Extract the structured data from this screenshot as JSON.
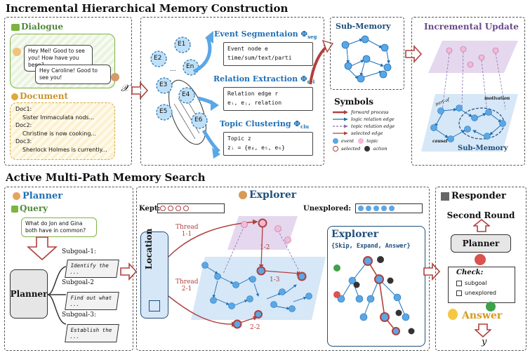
{
  "top": {
    "title": "Incremental Hierarchical Memory Construction",
    "dialogue": {
      "title": "Dialogue",
      "msg1": "Hey Mel! Good to see you! How have you been?",
      "msg2": "Hey Caroline! Good to see you!",
      "var": "𝒳"
    },
    "document": {
      "title": "Document",
      "lines": [
        "Doc1:",
        "Sister Immaculata nods...",
        "Doc2:",
        "Christine is now cooking...",
        "Doc3:",
        "Sherlock Holmes is currently..."
      ]
    },
    "nodes": [
      "E1",
      "E2",
      "En",
      "E3",
      "E4",
      "E5",
      "E6",
      "..."
    ],
    "event_seg": {
      "title": "Event Segmentaion Φ",
      "sub": "seg",
      "line1": "Event node e",
      "line2": "time/sum/text/parti"
    },
    "relation": {
      "title": "Relation Extraction Φ",
      "sub": "rel",
      "line1": "Relation edge r",
      "line2": "eᵢ, eⱼ, relation"
    },
    "topic": {
      "title": "Topic Clustering Φ",
      "sub": "clu",
      "line1": "Topic z",
      "line2": "zᵢ = {e₄, e₅, e₆}"
    },
    "submemory": {
      "title": "Sub-Memory"
    },
    "symbols": {
      "title": "Symbols",
      "items": [
        "forward process",
        "logic relation edge",
        "topic relation edge",
        "selected edge",
        "event",
        "topic",
        "selected",
        "action"
      ]
    },
    "incremental": {
      "title": "Incremental Update",
      "label_partof": "part-of",
      "label_motivation": "motivation",
      "label_causal": "causal",
      "label_submemory": "Sub-Memory"
    }
  },
  "bottom": {
    "title": "Active Multi-Path Memory Search",
    "planner": {
      "title": "Planner",
      "query_title": "Query",
      "query_text": "What do Jon and Gina both have in common?",
      "center": "Planner",
      "subgoals": [
        {
          "label": "Subgoal-1:",
          "text": "Identify the ..."
        },
        {
          "label": "Subgoal-2",
          "text": "Find out what ..."
        },
        {
          "label": "Subgoal-3:",
          "text": "Establish the ..."
        }
      ]
    },
    "explorer": {
      "title": "Explorer",
      "kept": "Kept:",
      "unexplored": "Unexplored:",
      "location": "Location",
      "thread1": "Thread 1-1",
      "thread2": "Thread 2-1",
      "l12": "1-2",
      "l13": "1-3",
      "l22": "2-2",
      "inner_title": "Explorer",
      "actions": "{Skip, Expand, Answer}"
    },
    "responder": {
      "title": "Responder",
      "second_round": "Second Round",
      "planner": "Planner",
      "check": "Check:",
      "check_items": [
        "subgoal",
        "unexplored"
      ],
      "answer": "Answer",
      "var": "𝑦"
    }
  },
  "colors": {
    "blue_node": "#5aa7e6",
    "pink_node": "#f4b9d7",
    "red_arrow": "#b0413e",
    "purple_panel": "#e5d8ee",
    "blue_panel": "#d6e7f7"
  }
}
